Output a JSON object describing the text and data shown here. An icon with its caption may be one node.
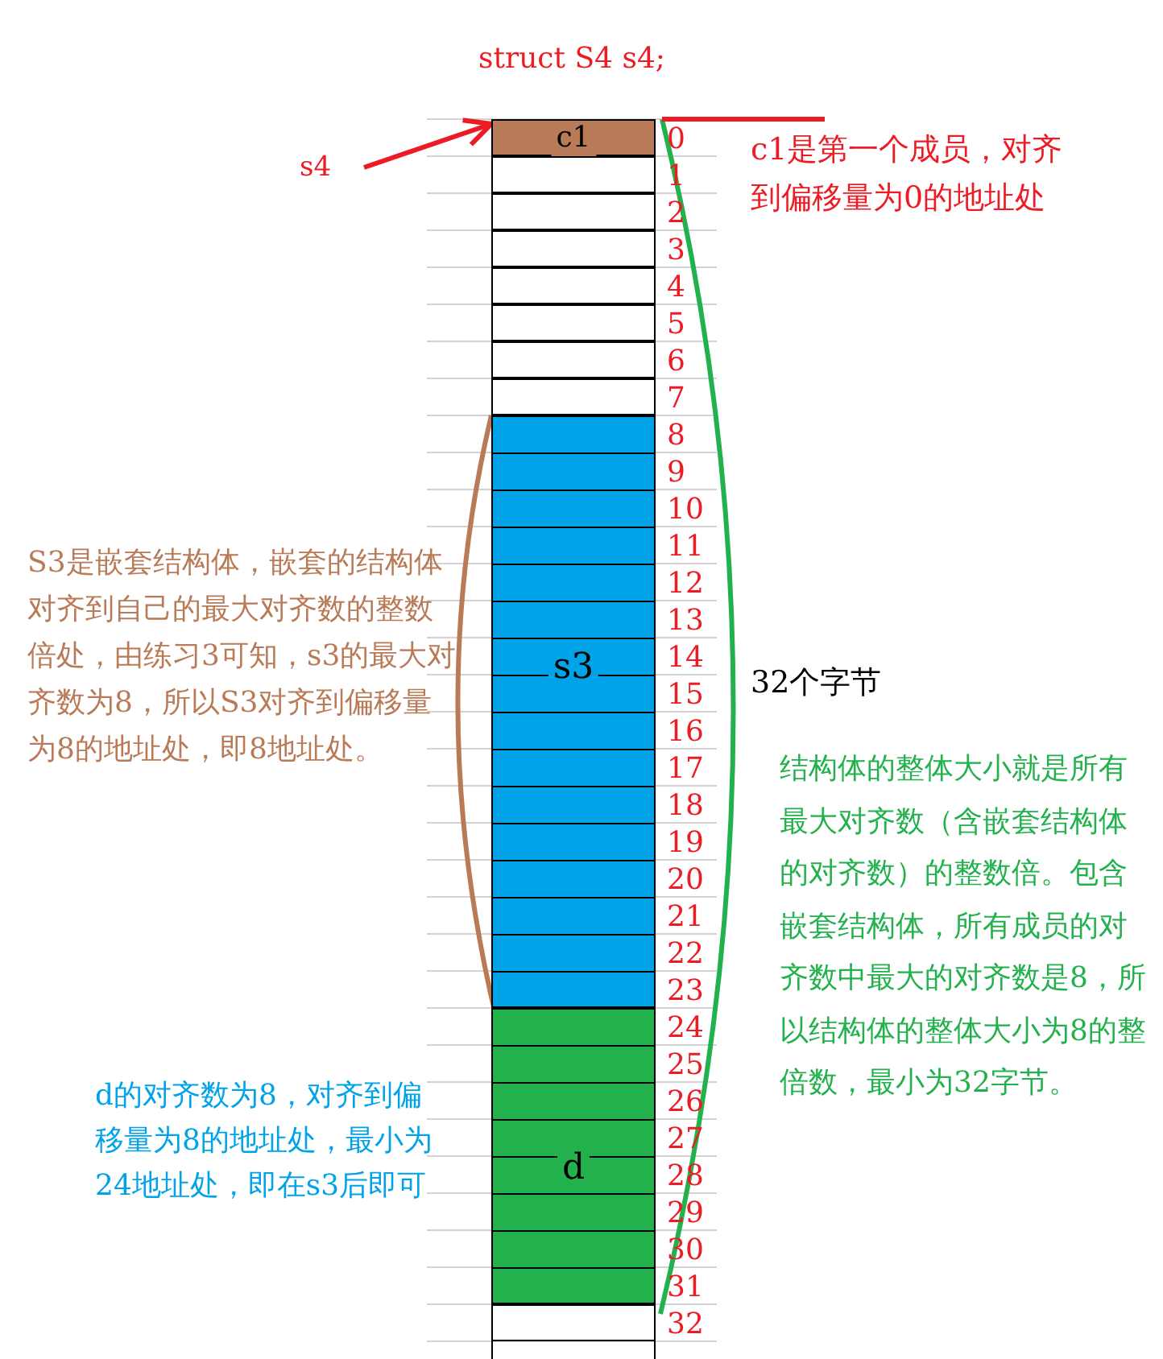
{
  "diagram": {
    "title": "struct S4 s4;",
    "nodes": [
      {
        "text": [
          "s4"
        ]
      },
      {
        "text": [
          "c1"
        ]
      },
      {
        "text": [],
        "shape": "box"
      },
      {
        "text": [],
        "shape": "box"
      },
      {
        "text": [],
        "shape": "box"
      },
      {
        "text": [],
        "shape": "box"
      },
      {
        "text": [],
        "shape": "box"
      },
      {
        "text": [],
        "shape": "box"
      },
      {
        "text": [],
        "shape": "box"
      },
      {
        "text": [
          "s3"
        ]
      },
      {
        "text": [
          "d"
        ]
      },
      {
        "text": [],
        "shape": "box"
      }
    ],
    "edges": [
      {
        "from": 0,
        "to": 1,
        "arrow": "to"
      }
    ],
    "labels": [
      "0",
      "1",
      "2",
      "3",
      "4",
      "5",
      "6",
      "7",
      "8",
      "9",
      "10",
      "11",
      "12",
      "13",
      "14",
      "15",
      "16",
      "17",
      "18",
      "19",
      "20",
      "21",
      "22",
      "23",
      "24",
      "25",
      "26",
      "27",
      "28",
      "29",
      "30",
      "31",
      "32",
      "c1是第一个成员，对齐到偏移量为0的地址处",
      "S3是嵌套结构体，嵌套的结构体对齐到自己的最大对齐数的整数倍处，由练习3可知，s3的最大对齐数为8，所以S3对齐到偏移量为8的地址处，即8地址处。",
      "32个字节",
      "结构体的整体大小就是所有最大对齐数（含嵌套结构体的对齐数）的整数倍。包含嵌套结构体，所有成员的对齐数中最大的对齐数是8，所以结构体的整体大小为8的整倍数，最小为32字节。",
      "d的对齐数为8，对齐到偏移量为8的地址处，最小为24地址处，即在s3后即可"
    ]
  }
}
